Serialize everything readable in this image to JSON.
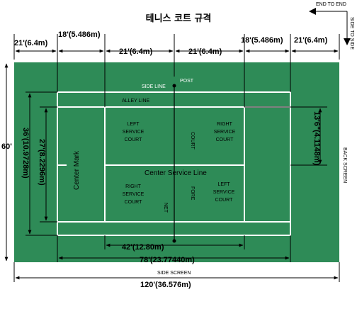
{
  "title": "테니스 코트 규격",
  "corner": {
    "end_to_end": "END TO END",
    "side_to_side": "SIDE TO SIDE"
  },
  "dimensions": {
    "top_21_left": "21'(6.4m)",
    "top_18_left": "18'(5.486m)",
    "top_21_mid_left": "21'(6.4m)",
    "top_21_mid_right": "21'(6.4m)",
    "top_18_right": "18'(5.486m)",
    "top_21_right": "21'(6.4m)",
    "left_60": "60'",
    "left_36": "36'(10.9728m)",
    "left_27": "27'(8.2296m)",
    "right_13": "13'6\"(4.1148m)",
    "bottom_42": "42'(12.80m)",
    "bottom_78": "78'(23.77440m)",
    "bottom_120": "120'(36.576m)"
  },
  "labels": {
    "side_line": "SIDE LINE",
    "post": "POST",
    "alley_line": "ALLEY LINE",
    "left_service_court_top": [
      "LEFT",
      "SERVICE",
      "COURT"
    ],
    "right_service_court_top": [
      "RIGHT",
      "SERVICE",
      "COURT"
    ],
    "right_service_court_bottom": [
      "RIGHT",
      "SERVICE",
      "COURT"
    ],
    "left_service_court_bottom": [
      "LEFT",
      "SERVICE",
      "COURT"
    ],
    "court": "COURT",
    "fore": "FORE",
    "net": "NET",
    "center_mark": "Center Mark",
    "center_service_line": "Center Service Line",
    "back_screen": "BACK SCREEN",
    "side_screen": "SIDE SCREEN"
  },
  "colors": {
    "field": "#2e8b57",
    "lines": "#ffffff",
    "dim": "#000000"
  }
}
